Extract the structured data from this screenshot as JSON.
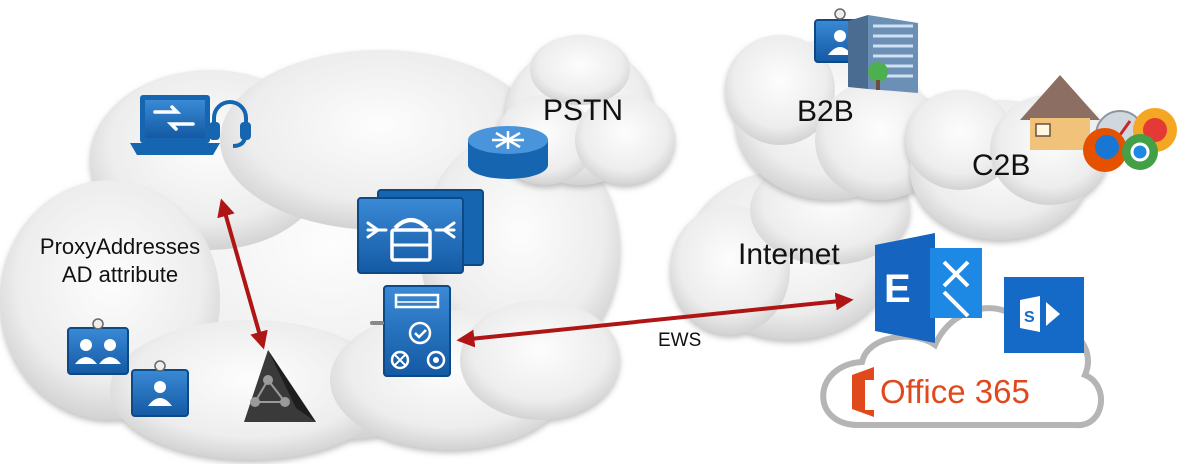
{
  "labels": {
    "pstn": "PSTN",
    "b2b": "B2B",
    "c2b": "C2B",
    "internet": "Internet",
    "ews": "EWS",
    "proxy_line1": "ProxyAddresses",
    "proxy_line2": "AD attribute",
    "office365": "Office 365"
  },
  "icons": [
    "laptop-icon",
    "headset-icon",
    "router-icon",
    "call-manager-icon",
    "presence-server-icon",
    "active-directory-icon",
    "video-endpoint-icon",
    "building-icon",
    "house-icon",
    "browser-icons",
    "exchange-icon",
    "sharepoint-icon",
    "office-logo-icon"
  ],
  "colors": {
    "cisco_blue": "#1565b0",
    "arrow_red": "#b01515",
    "office_orange": "#e0491b",
    "cloud_gray": "#e9e9e9"
  }
}
